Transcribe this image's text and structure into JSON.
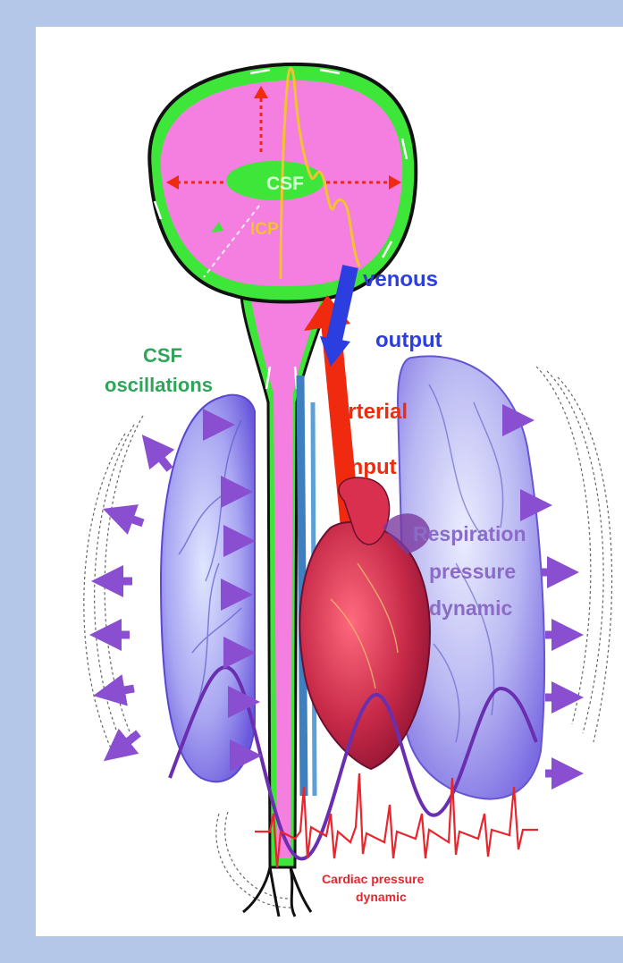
{
  "labels": {
    "csf": "CSF",
    "icp": "ICP",
    "venous_line1": "venous",
    "venous_line2": "output",
    "csf_osc_line1": "CSF",
    "csf_osc_line2": "oscillations",
    "arterial_line1": "Arterial",
    "arterial_line2": "input",
    "resp_line1": "Respiration",
    "resp_line2": "pressure",
    "resp_line3": "dynamic",
    "cardiac_line1": "Cardiac pressure",
    "cardiac_line2": "dynamic"
  },
  "colors": {
    "background": "#b5c7e8",
    "panel": "#ffffff",
    "brain_fill": "#f47fe0",
    "csf_green": "#3ee63a",
    "icp_yellow": "#f2c230",
    "venous_blue": "#2d3ee0",
    "arterial_red": "#ef2a0e",
    "lung_purple": "#8a7be8",
    "resp_label": "#8a6cc8",
    "pressure_arrow": "#8a4fd0",
    "cardiac_red": "#e8262e",
    "heart": "#c22a45"
  }
}
